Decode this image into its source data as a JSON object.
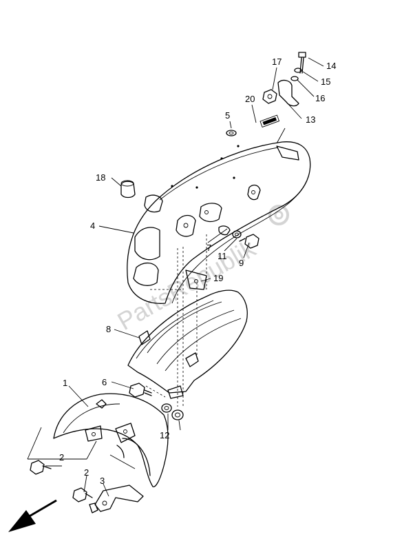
{
  "watermark": "PartsRepublik",
  "callouts": [
    {
      "id": "c1",
      "text": "1"
    },
    {
      "id": "c2a",
      "text": "2"
    },
    {
      "id": "c2b",
      "text": "2"
    },
    {
      "id": "c3",
      "text": "3"
    },
    {
      "id": "c4",
      "text": "4"
    },
    {
      "id": "c5",
      "text": "5"
    },
    {
      "id": "c6",
      "text": "6"
    },
    {
      "id": "c7",
      "text": "7"
    },
    {
      "id": "c8",
      "text": "8"
    },
    {
      "id": "c9",
      "text": "9"
    },
    {
      "id": "c11",
      "text": "11"
    },
    {
      "id": "c12",
      "text": "12"
    },
    {
      "id": "c13",
      "text": "13"
    },
    {
      "id": "c14",
      "text": "14"
    },
    {
      "id": "c15",
      "text": "15"
    },
    {
      "id": "c16",
      "text": "16"
    },
    {
      "id": "c17",
      "text": "17"
    },
    {
      "id": "c18",
      "text": "18"
    },
    {
      "id": "c19",
      "text": "19"
    },
    {
      "id": "c20",
      "text": "20"
    }
  ]
}
